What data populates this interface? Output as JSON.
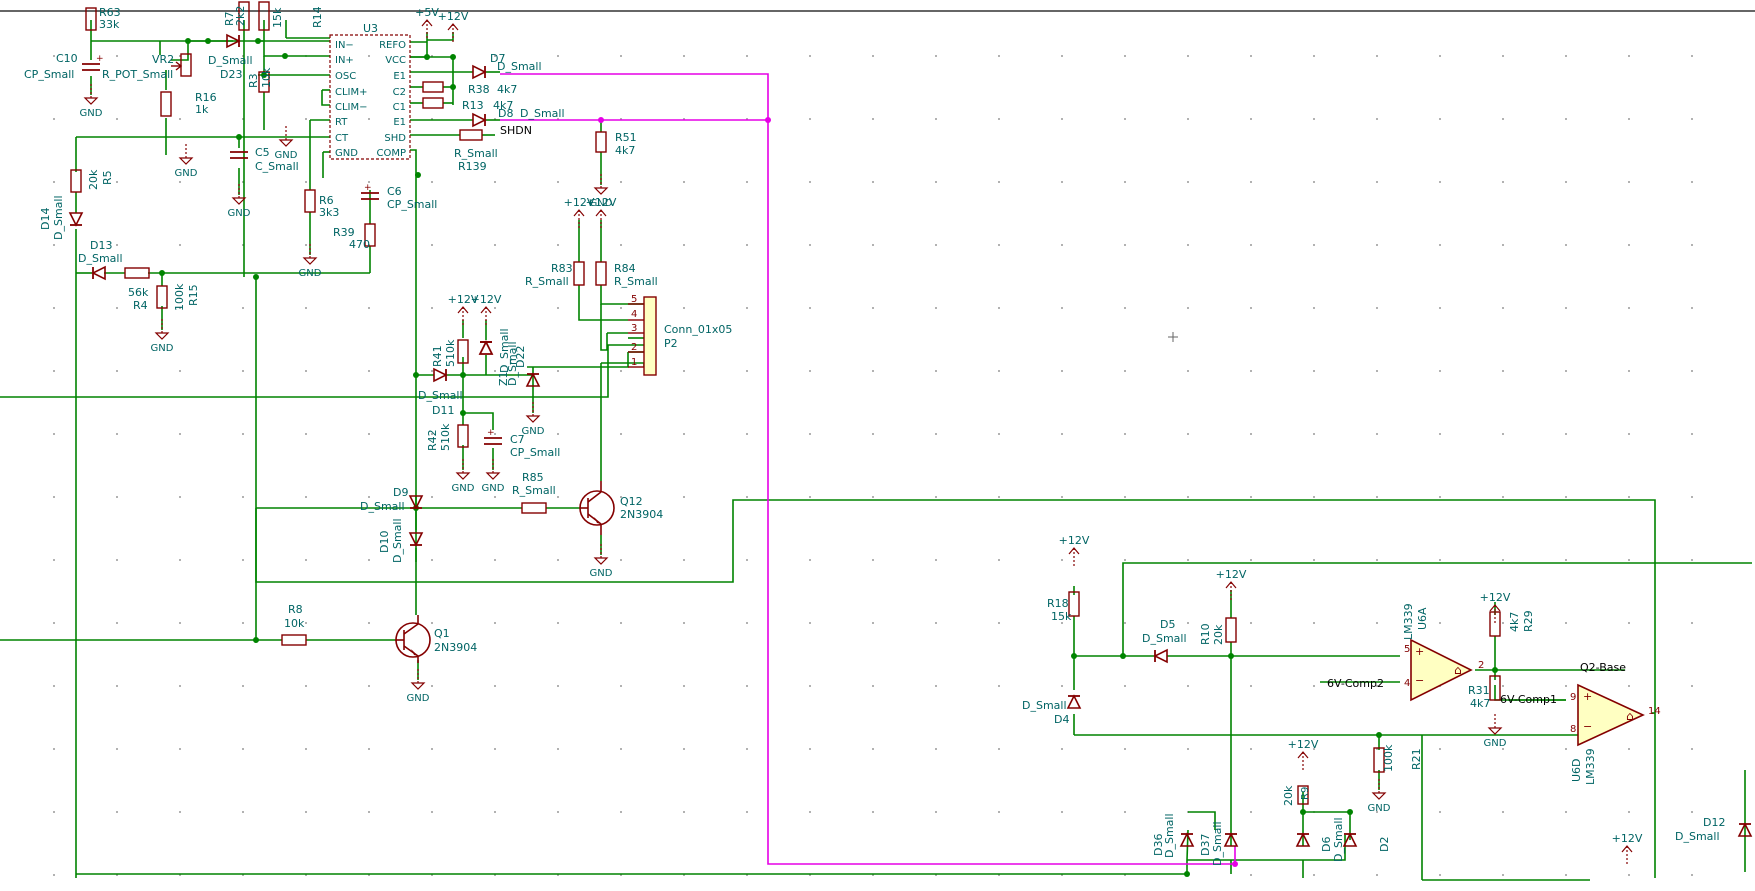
{
  "colors": {
    "wire": "#008400",
    "part": "#840000",
    "text": "#006464",
    "label": "#000000",
    "bus": "#e600e6",
    "grid": "#9a9a9a",
    "junction": "#008400"
  },
  "top": {
    "r63": "R63",
    "r63_val": "33k",
    "r7": "R7",
    "r7_val": "2k2",
    "r14": "R14",
    "r14_val": "15k",
    "p5v": "+5V",
    "p12v": "+12V"
  },
  "u3": {
    "ref": "U3",
    "left_pins": [
      "IN−",
      "IN+",
      "OSC",
      "CLIM+",
      "CLIM−",
      "RT",
      "CT",
      "GND"
    ],
    "right_pins": [
      "REFO",
      "VCC",
      "E1",
      "C2",
      "C1",
      "E1",
      "SHD",
      "COMP"
    ]
  },
  "left": {
    "c10": "C10",
    "c10_val": "CP_Small",
    "vr2": "VR2",
    "vr2_val": "R_POT_Small",
    "d23": "D23",
    "d23_val": "D_Small",
    "r16": "R16",
    "r16_val": "1k",
    "r3": "R3",
    "r3_val": "10k",
    "c5": "C5",
    "c5_val": "C_Small",
    "r5": "R5",
    "r5_val": "20k",
    "d14": "D14",
    "d14_val": "D_Small",
    "d13": "D13",
    "d13_val": "D_Small",
    "r4": "R4",
    "r4_val": "56k",
    "r15": "R15",
    "r15_val": "100k",
    "r6": "R6",
    "r6_val": "3k3",
    "r39": "R39",
    "r39_val": "470",
    "c6": "C6",
    "c6_val": "CP_Small"
  },
  "mid": {
    "d7": "D7",
    "d7_val": "D_Small",
    "d8": "D8",
    "d8_val": "D_Small",
    "r38": "R38",
    "r38_val": "4k7",
    "r13": "R13",
    "r13_val": "4k7",
    "r139": "R139",
    "r139_val": "R_Small",
    "shdn": "SHDN",
    "r51": "R51",
    "r51_val": "4k7",
    "r83": "R83",
    "r83_val": "R_Small",
    "r84": "R84",
    "r84_val": "R_Small",
    "conn": "Conn_01x05",
    "conn_ref": "P2",
    "conn_pins": [
      "5",
      "4",
      "3",
      "2",
      "1"
    ],
    "r41": "R41",
    "r41_val": "510k",
    "z1": "Z1",
    "z1_val": "D_Small",
    "d22": "D22",
    "d22_val": "D_Small",
    "d11": "D11",
    "d11_val": "D_Small",
    "r42": "R42",
    "r42_val": "510k",
    "c7": "C7",
    "c7_val": "CP_Small",
    "d9": "D9",
    "d9_val": "D_Small",
    "d10": "D10",
    "d10_val": "D_Small",
    "r85": "R85",
    "r85_val": "R_Small",
    "q12": "Q12",
    "q12_val": "2N3904",
    "r8": "R8",
    "r8_val": "10k",
    "q1": "Q1",
    "q1_val": "2N3904"
  },
  "right": {
    "r18": "R18",
    "r18_val": "15k",
    "d5": "D5",
    "d5_val": "D_Small",
    "r10": "R10",
    "r10_val": "20k",
    "d4": "D4",
    "d4_val": "D_Small",
    "u6a": "U6A",
    "u6a_val": "LM339",
    "u6d": "U6D",
    "u6d_val": "LM339",
    "r29": "R29",
    "r29_val": "4k7",
    "r31": "R31",
    "r31_val": "4k7",
    "r21": "R21",
    "r21_val": "100k",
    "r9": "R9",
    "r9_val": "20k",
    "q2base": "Q2-Base",
    "comp2": "6V-Comp2",
    "comp1": "6V-Comp1",
    "d36": "D36",
    "d37": "D37",
    "d6": "D6",
    "d2": "D2",
    "d12": "D12",
    "dsmall": "D_Small",
    "pin5": "5",
    "pin4": "4",
    "pin2": "2",
    "pin9": "9",
    "pin8": "8",
    "pin14": "14"
  },
  "power": {
    "gnd": "GND",
    "p12": "+12V",
    "p5": "+5V"
  }
}
